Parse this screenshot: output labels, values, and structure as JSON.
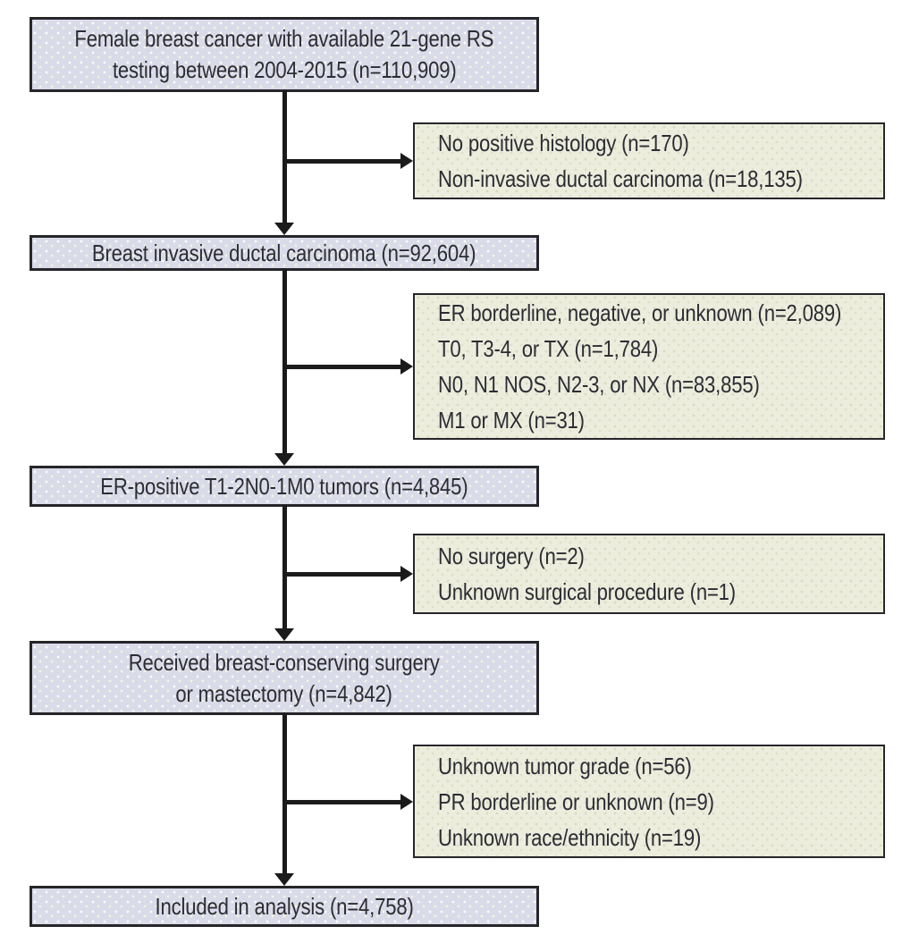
{
  "colors": {
    "main_box_fill": "#dadbe8",
    "main_box_border": "#26262a",
    "exclusion_box_fill": "#eceddd",
    "exclusion_box_border": "#26262a",
    "arrow": "#1b1b1b",
    "text": "#2c2c34"
  },
  "flow": {
    "main_boxes": [
      {
        "lines": [
          "Female breast cancer with available 21-gene RS",
          "testing between 2004-2015 (n=110,909)"
        ]
      },
      {
        "lines": [
          "Breast invasive ductal carcinoma (n=92,604)"
        ]
      },
      {
        "lines": [
          "ER-positive T1-2N0-1M0 tumors (n=4,845)"
        ]
      },
      {
        "lines": [
          "Received breast-conserving surgery",
          "or mastectomy (n=4,842)"
        ]
      },
      {
        "lines": [
          "Included in analysis (n=4,758)"
        ]
      }
    ],
    "exclusion_boxes": [
      {
        "lines": [
          "No positive histology (n=170)",
          "Non-invasive ductal carcinoma (n=18,135)"
        ]
      },
      {
        "lines": [
          "ER borderline, negative, or unknown (n=2,089)",
          "T0, T3-4, or TX (n=1,784)",
          "N0, N1 NOS, N2-3, or NX (n=83,855)",
          "M1 or MX (n=31)"
        ]
      },
      {
        "lines": [
          "No surgery (n=2)",
          "Unknown surgical procedure (n=1)"
        ]
      },
      {
        "lines": [
          "Unknown tumor grade (n=56)",
          "PR borderline or unknown (n=9)",
          "Unknown race/ethnicity (n=19)"
        ]
      }
    ]
  }
}
